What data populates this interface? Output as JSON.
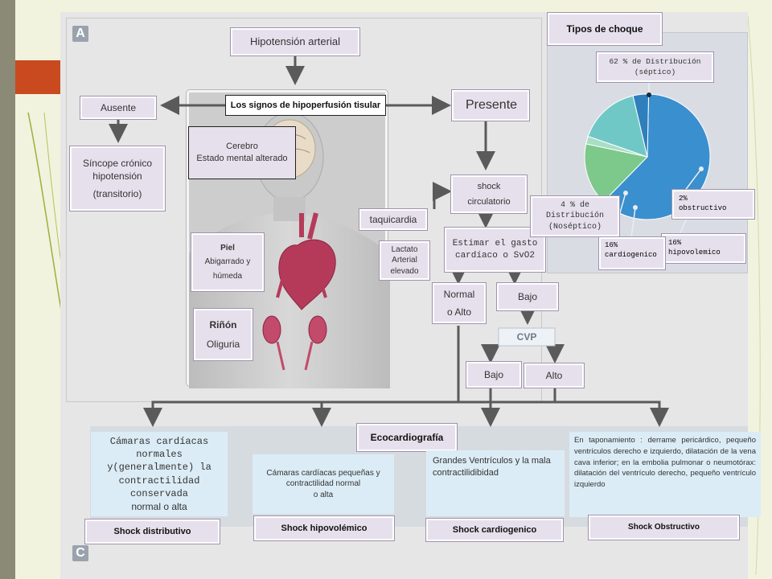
{
  "panel_letters": {
    "a": "A",
    "c": "C"
  },
  "nodes": {
    "hipotension": "Hipotensión arterial",
    "signos": "Los signos de hipoperfusión tisular",
    "ausente": "Ausente",
    "presente": "Presente",
    "sincope_line1": "Síncope crónico hipotensión",
    "sincope_line2": "(transitorio)",
    "cerebro_line1": "Cerebro",
    "cerebro_line2": "Estado mental alterado",
    "piel_title": "Piel",
    "piel_line1": "Abigarrado y",
    "piel_line2": "húmeda",
    "rinon_title": "Riñón",
    "rinon_line1": "Oliguria",
    "taquicardia": "taquicardia",
    "lactato_line1": "Lactato",
    "lactato_line2": "Arterial",
    "lactato_line3": "elevado",
    "shock_line1": "shock",
    "shock_line2": "circulatorio",
    "estimar": "Estimar el gasto cardíaco o SvO2",
    "normal_line1": "Normal",
    "normal_line2": "o Alto",
    "bajo_top": "Bajo",
    "cvp": "CVP",
    "bajo_cvp": "Bajo",
    "alto_cvp": "Alto",
    "ecocardiografia": "Ecocardiografía",
    "camaras_normales_a": "Cámaras cardíacas normales y(generalmente) la contractilidad conservada",
    "camaras_normales_b": "normal o alta",
    "camaras_pequenas_a": "Cámaras cardíacas pequeñas y contractilidad normal",
    "camaras_pequenas_b": "o alta",
    "grandes_ventriculos": "Grandes Ventrículos y la mala contractilidibidad",
    "taponamiento": "En taponamiento : derrame pericárdico, pequeño ventrículos derecho e izquierdo, dilatación de la vena cava inferior; en la embolia pulmonar o neumotórax: dilatación del ventrículo derecho, pequeño ventrículo izquierdo"
  },
  "shock_types": {
    "distributivo": "Shock distributivo",
    "hipovolemico": "Shock hipovolémico",
    "cardiogenico": "Shock cardiogenico",
    "obstructivo": "Shock Obstructivo"
  },
  "pie_title": "Tipos de choque",
  "chart_data": {
    "type": "pie",
    "title": "Tipos de choque",
    "slices": [
      {
        "label_a": "62 % de Distribución",
        "label_b": "(séptico)",
        "value": 62,
        "color": "#3a8fcf"
      },
      {
        "label_a": "16%",
        "label_b": "hipovolemico",
        "value": 16,
        "color": "#7dc98b"
      },
      {
        "label_a": "2%",
        "label_b": "obstructivo",
        "value": 2,
        "color": "#a9ddc6"
      },
      {
        "label_a": "16%",
        "label_b": "cardiogenico",
        "value": 16,
        "color": "#6fc8c6"
      },
      {
        "label_a": "4 % de Distribución",
        "label_b": "(Noséptico)",
        "value": 4,
        "color": "#2f7fbd"
      }
    ]
  }
}
